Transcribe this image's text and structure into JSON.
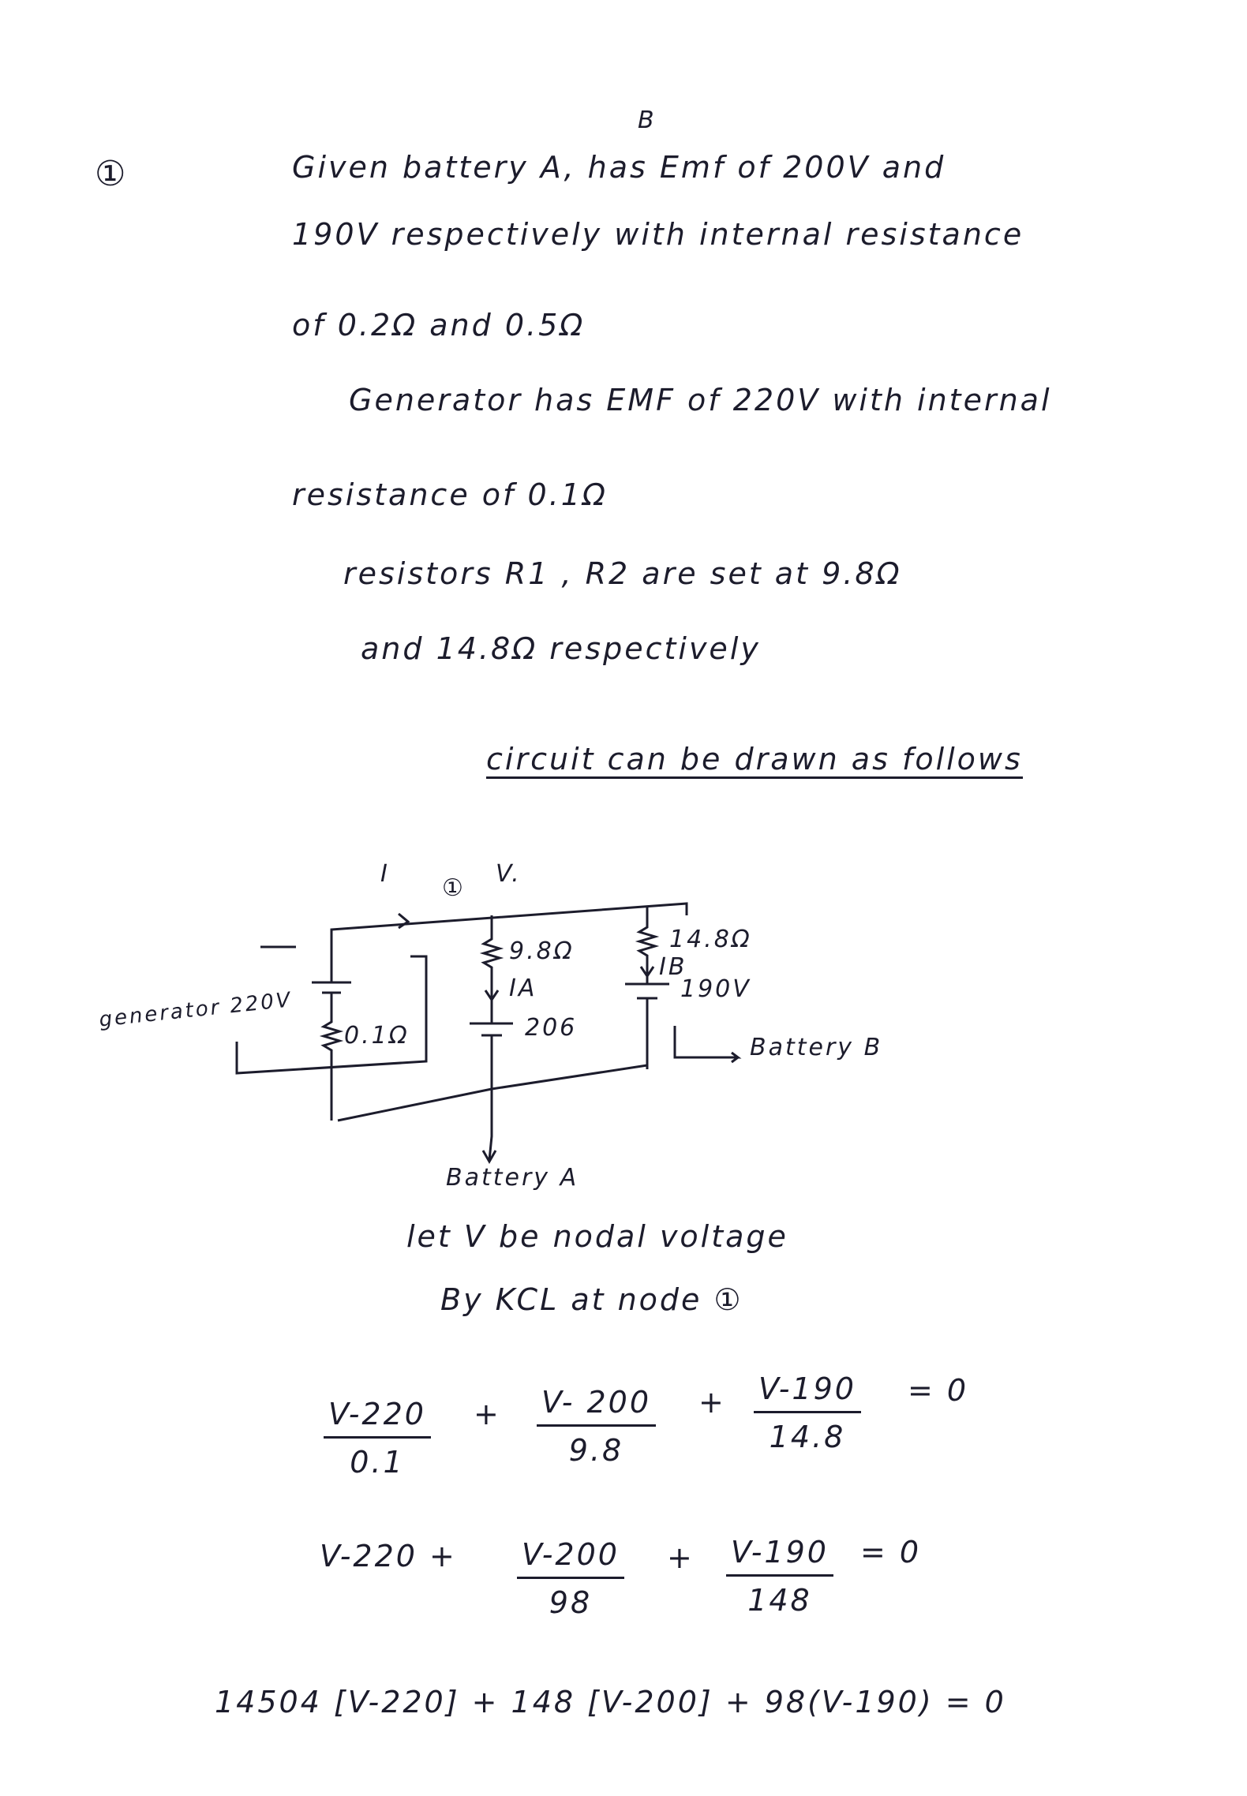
{
  "question_number": "①",
  "correction_mark": "B",
  "lines": [
    "Given battery A, has Emf of 200V and",
    "190V respectively with internal resistance",
    "of 0.2Ω  and  0.5Ω",
    "Generator has EMF of 220V with internal",
    "resistance of  0.1Ω",
    "resistors  R1 , R2  are  set  at  9.8Ω",
    "and  14.8Ω  respectively",
    "circuit  can  be  drawn as follows"
  ],
  "circuit": {
    "current_label": "I",
    "node_label": "①",
    "node_voltage": "V.",
    "r1": "9.8Ω",
    "ia": "IA",
    "emf_a": "206",
    "r2": "14.8Ω",
    "ib": "IB",
    "emf_b": "190V",
    "r_gen": "0.1Ω",
    "generator": "generator 220V",
    "battery_b": "Battery B",
    "battery_a": "Battery A"
  },
  "let_line": "let   V   be  nodal  voltage",
  "kcl_line": "By  KCL   at  node ①",
  "eq1": {
    "t1_num": "V-220",
    "t1_den": "0.1",
    "op1": "+",
    "t2_num": "V- 200",
    "t2_den": "9.8",
    "op2": "+",
    "t3_num": "V-190",
    "t3_den": "14.8",
    "rhs": "= 0"
  },
  "eq2": {
    "t1": "V-220 +",
    "t2_num": "V-200",
    "t2_den": "98",
    "op2": "+",
    "t3_num": "V-190",
    "t3_den": "148",
    "rhs": "= 0"
  },
  "eq3": "14504 [V-220] + 148 [V-200] + 98(V-190) = 0"
}
